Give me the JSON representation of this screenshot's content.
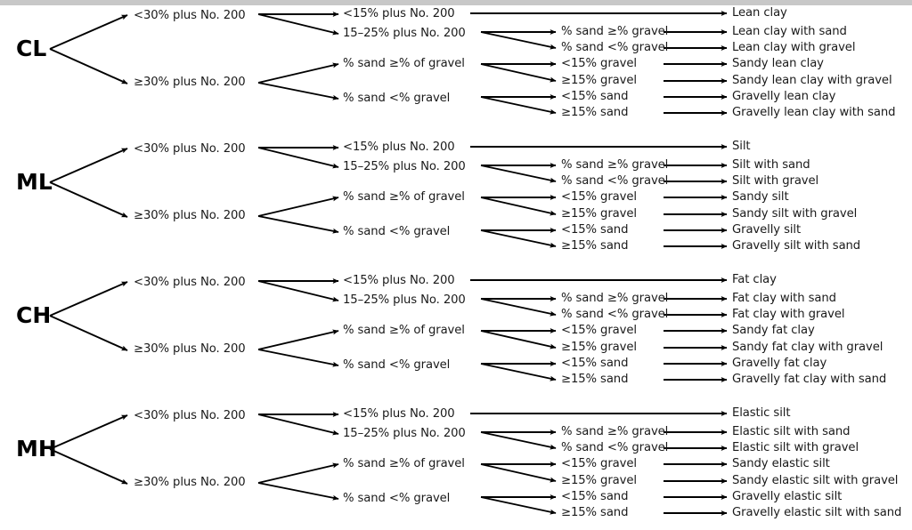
{
  "diagram": {
    "title": "Soil classification flowchart for fine-grained soils",
    "type": "decision-tree",
    "background_color": "#ffffff",
    "line_color": "#000000",
    "top_band_color": "#c8c8c8",
    "columns": 5,
    "block_count": 4
  },
  "shared": {
    "branch_lt30": "<30% plus No. 200",
    "branch_gte30": "≥30% plus No. 200",
    "sub_lt15_200": "<15% plus No. 200",
    "sub_15_25_200": "15–25% plus No. 200",
    "sand_ge_gravel_of": "% sand ≥% of gravel",
    "sand_lt_gravel": "% sand <% gravel",
    "sand_ge_gravel": "% sand ≥% gravel",
    "lt15_gravel": "<15% gravel",
    "gte15_gravel": "≥15% gravel",
    "lt15_sand": "<15% sand",
    "gte15_sand": "≥15% sand"
  },
  "blocks": [
    {
      "group": "CL",
      "results": [
        "Lean clay",
        "Lean clay with sand",
        "Lean clay with gravel",
        "Sandy lean clay",
        "Sandy lean clay with gravel",
        "Gravelly lean clay",
        "Gravelly lean clay with sand"
      ]
    },
    {
      "group": "ML",
      "results": [
        "Silt",
        "Silt with sand",
        "Silt with gravel",
        "Sandy silt",
        "Sandy silt with gravel",
        "Gravelly silt",
        "Gravelly silt with sand"
      ]
    },
    {
      "group": "CH",
      "results": [
        "Fat clay",
        "Fat clay with sand",
        "Fat clay with gravel",
        "Sandy fat clay",
        "Sandy fat clay with gravel",
        "Gravelly fat clay",
        "Gravelly fat clay with sand"
      ]
    },
    {
      "group": "MH",
      "results": [
        "Elastic silt",
        "Elastic silt with sand",
        "Elastic silt with gravel",
        "Sandy elastic silt",
        "Sandy elastic silt with gravel",
        "Gravelly elastic silt",
        "Gravelly elastic silt with sand"
      ]
    }
  ]
}
